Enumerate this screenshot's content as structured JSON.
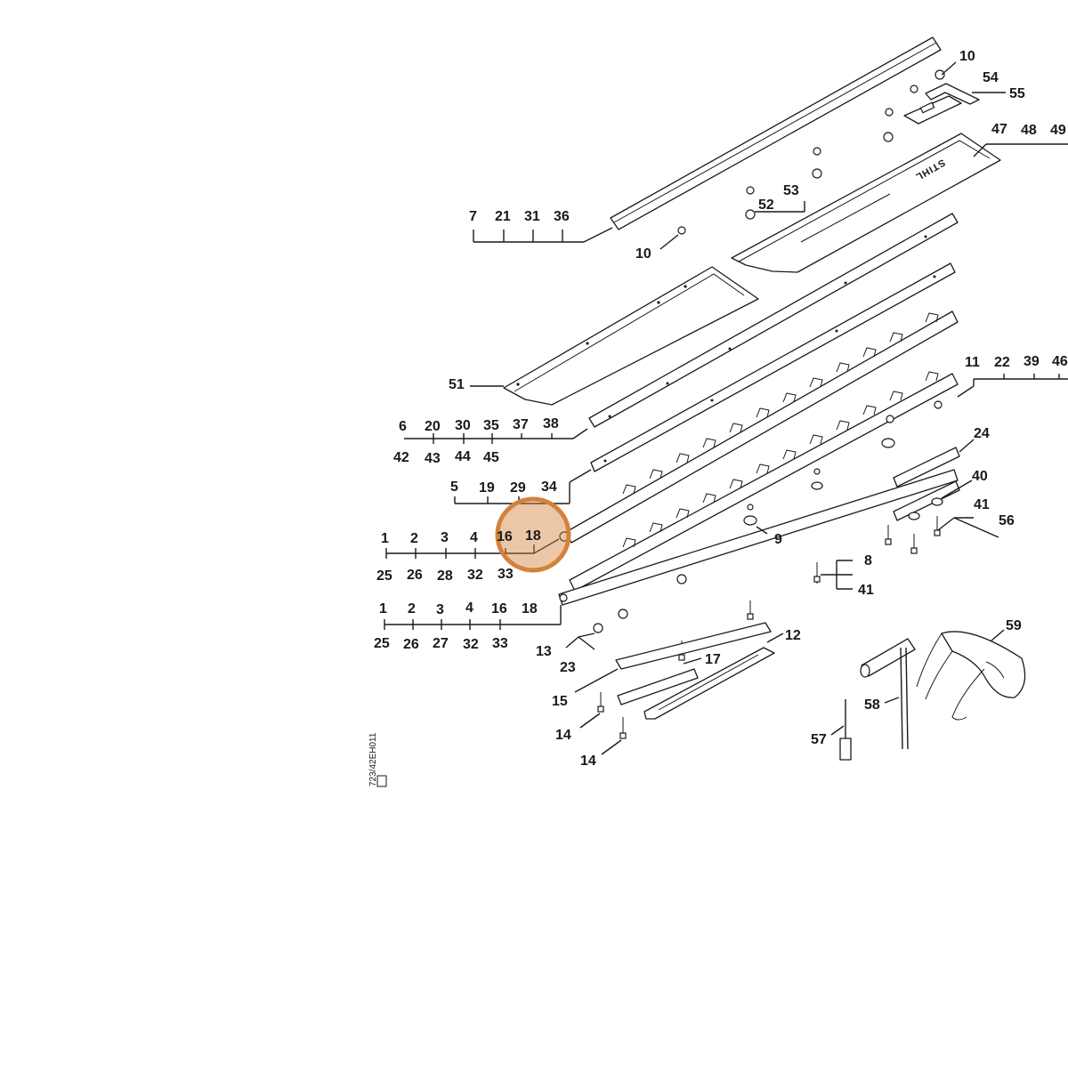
{
  "diagram": {
    "callouts": {
      "c10a": "10",
      "c54": "54",
      "c55": "55",
      "c47": "47",
      "c48": "48",
      "c49": "49",
      "c52": "52",
      "c53": "53",
      "c7": "7",
      "c21": "21",
      "c31": "31",
      "c36": "36",
      "c10b": "10",
      "c51": "51",
      "c11": "11",
      "c22": "22",
      "c39": "39",
      "c46": "46",
      "c6": "6",
      "c20": "20",
      "c30": "30",
      "c35": "35",
      "c37": "37",
      "c38": "38",
      "c42": "42",
      "c43": "43",
      "c44": "44",
      "c45": "45",
      "c24": "24",
      "c5": "5",
      "c19": "19",
      "c29": "29",
      "c34": "34",
      "c40": "40",
      "c41a": "41",
      "c56": "56",
      "c1a": "1",
      "c2a": "2",
      "c3a": "3",
      "c4a": "4",
      "c16a": "16",
      "c18a": "18",
      "c9": "9",
      "c25a": "25",
      "c26a": "26",
      "c28": "28",
      "c32a": "32",
      "c33a": "33",
      "c8": "8",
      "c41b": "41",
      "c1b": "1",
      "c2b": "2",
      "c3b": "3",
      "c4b": "4",
      "c16b": "16",
      "c18b": "18",
      "c25b": "25",
      "c26b": "26",
      "c27": "27",
      "c32b": "32",
      "c33b": "33",
      "c12": "12",
      "c59": "59",
      "c13": "13",
      "c23": "23",
      "c17": "17",
      "c15": "15",
      "c58": "58",
      "c14a": "14",
      "c57": "57",
      "c14b": "14"
    },
    "brand_text": "STIHL",
    "drawing_code": "723/42EH011",
    "highlight_color": "#d2823c"
  }
}
